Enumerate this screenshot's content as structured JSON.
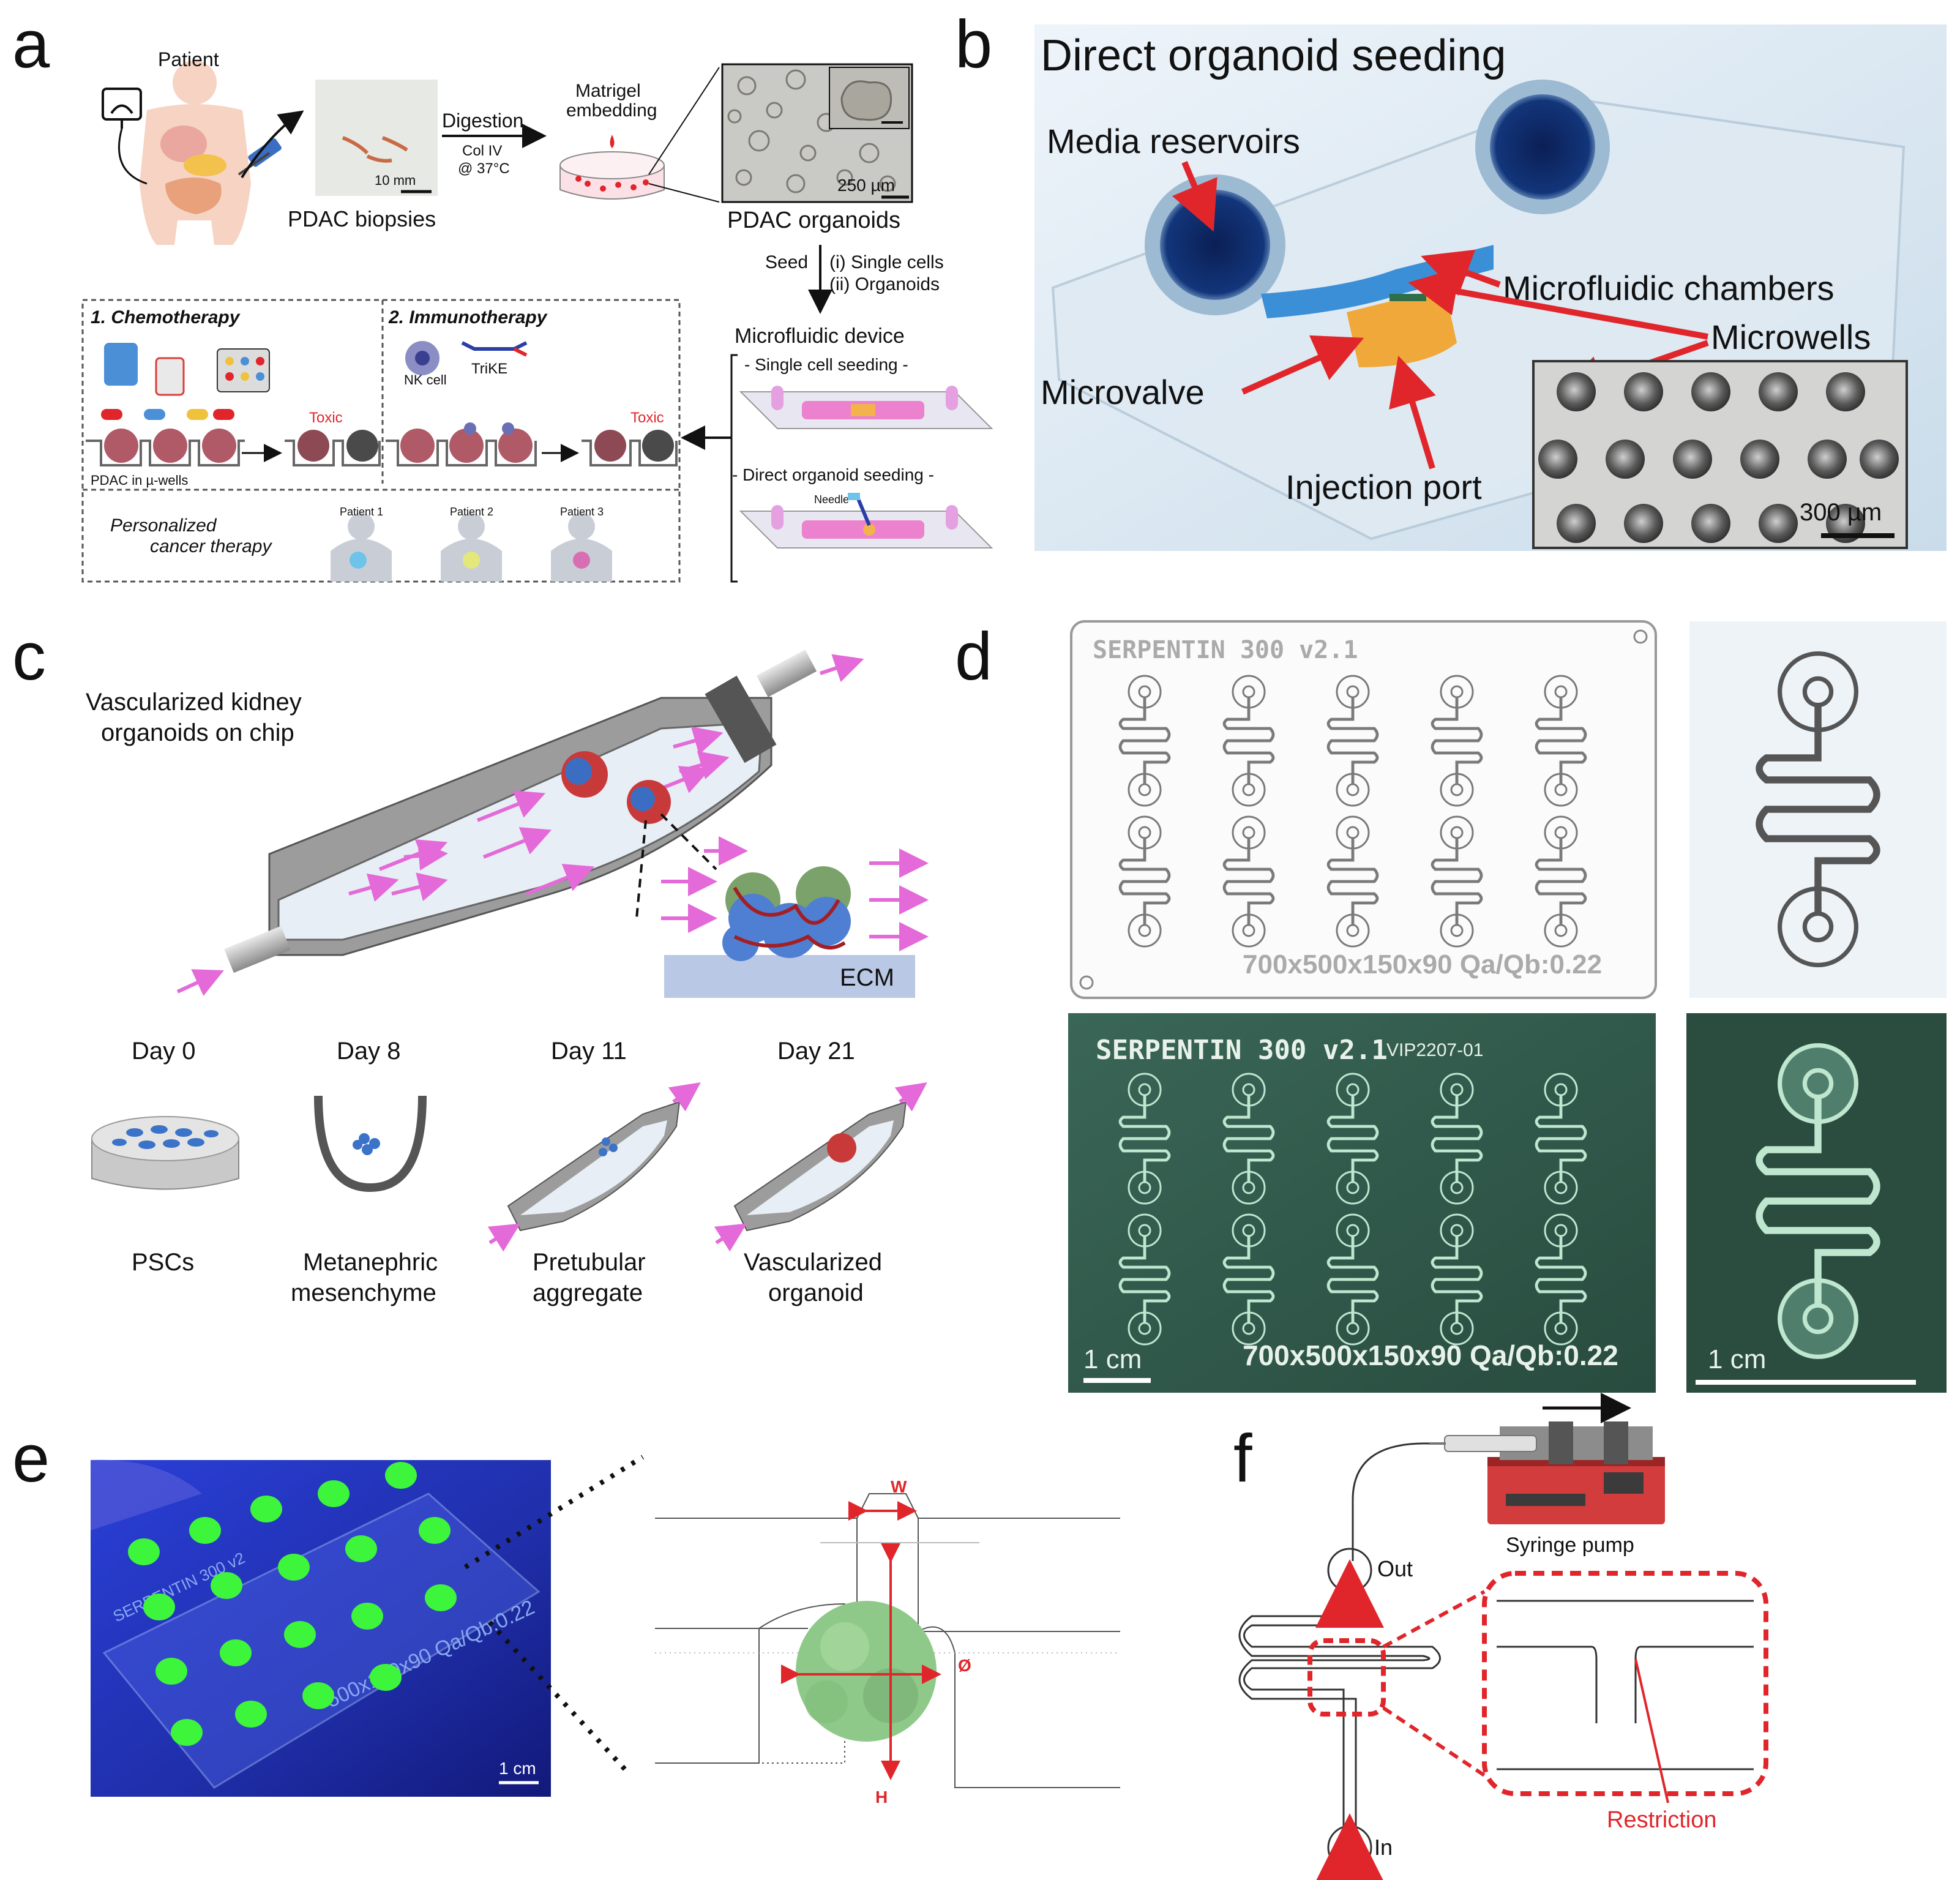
{
  "panels": {
    "a": {
      "letter": "a",
      "patient": "Patient",
      "biopsies": "PDAC biopsies",
      "scale_10mm": "10 mm",
      "digestion": "Digestion",
      "col_iv": "Col IV",
      "temp": "@ 37°C",
      "matrigel_1": "Matrigel",
      "matrigel_2": "embedding",
      "scale_250": "250 µm",
      "organoids": "PDAC organoids",
      "seed": "Seed",
      "seed_i": "(i) Single cells",
      "seed_ii": "(ii) Organoids",
      "device": "Microfluidic device",
      "single_cell": "- Single cell seeding -",
      "direct_organoid": "- Direct organoid seeding -",
      "needle": "Needle",
      "chemo": "1. Chemotherapy",
      "immuno": "2. Immunotherapy",
      "nk": "NK cell",
      "trike": "TriKE",
      "toxic_1": "Toxic",
      "toxic_2": "Toxic",
      "pdac_wells": "PDAC in µ-wells",
      "personalized_1": "Personalized",
      "personalized_2": "cancer therapy",
      "patient1": "Patient 1",
      "patient2": "Patient 2",
      "patient3": "Patient 3"
    },
    "b": {
      "letter": "b",
      "title": "Direct organoid seeding",
      "media": "Media reservoirs",
      "chambers": "Microfluidic chambers",
      "microwells": "Microwells",
      "microvalve": "Microvalve",
      "injection": "Injection port",
      "scale": "300 µm"
    },
    "c": {
      "letter": "c",
      "title_1": "Vascularized kidney",
      "title_2": "organoids on chip",
      "ecm": "ECM",
      "days": [
        "Day 0",
        "Day 8",
        "Day 11",
        "Day 21"
      ],
      "stage_1": [
        "PSCs",
        ""
      ],
      "stage_2": [
        "Metanephric",
        "mesenchyme"
      ],
      "stage_3": [
        "Pretubular",
        "aggregate"
      ],
      "stage_4": [
        "Vascularized",
        "organoid"
      ]
    },
    "d": {
      "letter": "d",
      "chip_name": "SERPENTIN 300 v2.1",
      "chip_code": "VIP2207-01",
      "dims": "700x500x150x90 Qa/Qb:0.22",
      "scale": "1 cm",
      "scale_2": "1 cm"
    },
    "e": {
      "letter": "e",
      "chip_name": "SERPENTIN 300 v2",
      "dims": "500x150x90 Qa/Qb:0.22",
      "scale": "1 cm",
      "w": "W",
      "h": "H",
      "phi": "Ø"
    },
    "f": {
      "letter": "f",
      "pump": "Syringe pump",
      "out": "Out",
      "in": "In",
      "restriction": "Restriction"
    }
  },
  "colors": {
    "accent_red": "#e0262b",
    "magenta": "#e36ad8",
    "chip_green": "#2f5546",
    "uv_blue": "#2434c8",
    "organoid_green": "#8fc98a",
    "gel_blue": "#5d78d6"
  }
}
